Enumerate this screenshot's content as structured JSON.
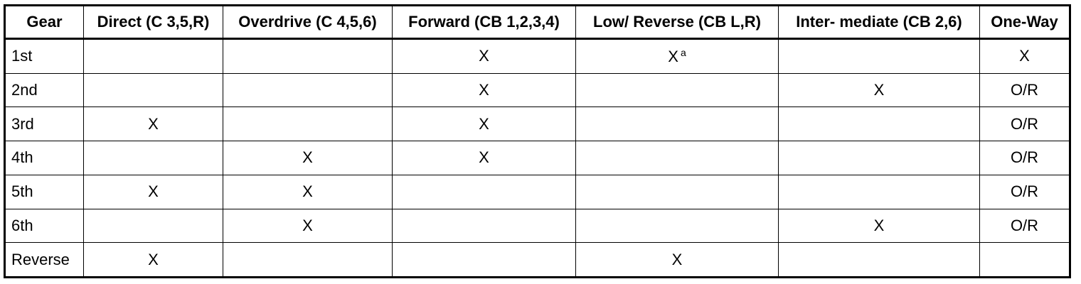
{
  "table": {
    "headers": [
      "Gear",
      "Direct (C 3,5,R)",
      "Overdrive (C 4,5,6)",
      "Forward (CB 1,2,3,4)",
      "Low/ Reverse (CB L,R)",
      "Inter- mediate (CB 2,6)",
      "One-Way"
    ],
    "rows": [
      {
        "gear": "1st",
        "direct": "",
        "overdrive": "",
        "forward": "X",
        "low_reverse": "X",
        "low_reverse_note": "a",
        "intermediate": "",
        "one_way": "X"
      },
      {
        "gear": "2nd",
        "direct": "",
        "overdrive": "",
        "forward": "X",
        "low_reverse": "",
        "low_reverse_note": "",
        "intermediate": "X",
        "one_way": "O/R"
      },
      {
        "gear": "3rd",
        "direct": "X",
        "overdrive": "",
        "forward": "X",
        "low_reverse": "",
        "low_reverse_note": "",
        "intermediate": "",
        "one_way": "O/R"
      },
      {
        "gear": "4th",
        "direct": "",
        "overdrive": "X",
        "forward": "X",
        "low_reverse": "",
        "low_reverse_note": "",
        "intermediate": "",
        "one_way": "O/R"
      },
      {
        "gear": "5th",
        "direct": "X",
        "overdrive": "X",
        "forward": "",
        "low_reverse": "",
        "low_reverse_note": "",
        "intermediate": "",
        "one_way": "O/R"
      },
      {
        "gear": "6th",
        "direct": "",
        "overdrive": "X",
        "forward": "",
        "low_reverse": "",
        "low_reverse_note": "",
        "intermediate": "X",
        "one_way": "O/R"
      },
      {
        "gear": "Reverse",
        "direct": "X",
        "overdrive": "",
        "forward": "",
        "low_reverse": "X",
        "low_reverse_note": "",
        "intermediate": "",
        "one_way": ""
      }
    ]
  }
}
